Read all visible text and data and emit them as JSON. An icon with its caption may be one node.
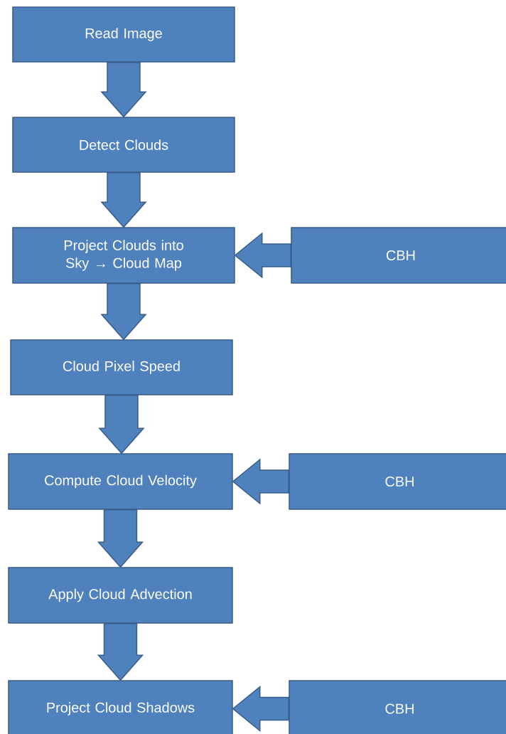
{
  "diagram": {
    "nodes": [
      {
        "text": [
          "Read Image"
        ]
      },
      {
        "text": [
          "Detect Clouds"
        ]
      },
      {
        "text": [
          "Project Clouds into Sky → Cloud Map"
        ]
      },
      {
        "text": [
          "CBH"
        ]
      },
      {
        "text": [
          "Cloud Pixel Speed"
        ]
      },
      {
        "text": [
          "Compute Cloud Velocity"
        ]
      },
      {
        "text": [
          "CBH"
        ]
      },
      {
        "text": [
          "Apply Cloud Advection"
        ]
      },
      {
        "text": [
          "Project Cloud Shadows"
        ]
      },
      {
        "text": [
          "CBH"
        ]
      }
    ],
    "edges": [
      {
        "from": 0,
        "to": 1,
        "arrow": "to"
      },
      {
        "from": 1,
        "to": 2,
        "arrow": "to"
      },
      {
        "from": 3,
        "to": 2,
        "arrow": "to"
      },
      {
        "from": 2,
        "to": 4,
        "arrow": "to"
      },
      {
        "from": 4,
        "to": 5,
        "arrow": "to"
      },
      {
        "from": 6,
        "to": 5,
        "arrow": "to"
      },
      {
        "from": 5,
        "to": 7,
        "arrow": "to"
      },
      {
        "from": 7,
        "to": 8,
        "arrow": "to"
      },
      {
        "from": 9,
        "to": 8,
        "arrow": "to"
      }
    ]
  }
}
